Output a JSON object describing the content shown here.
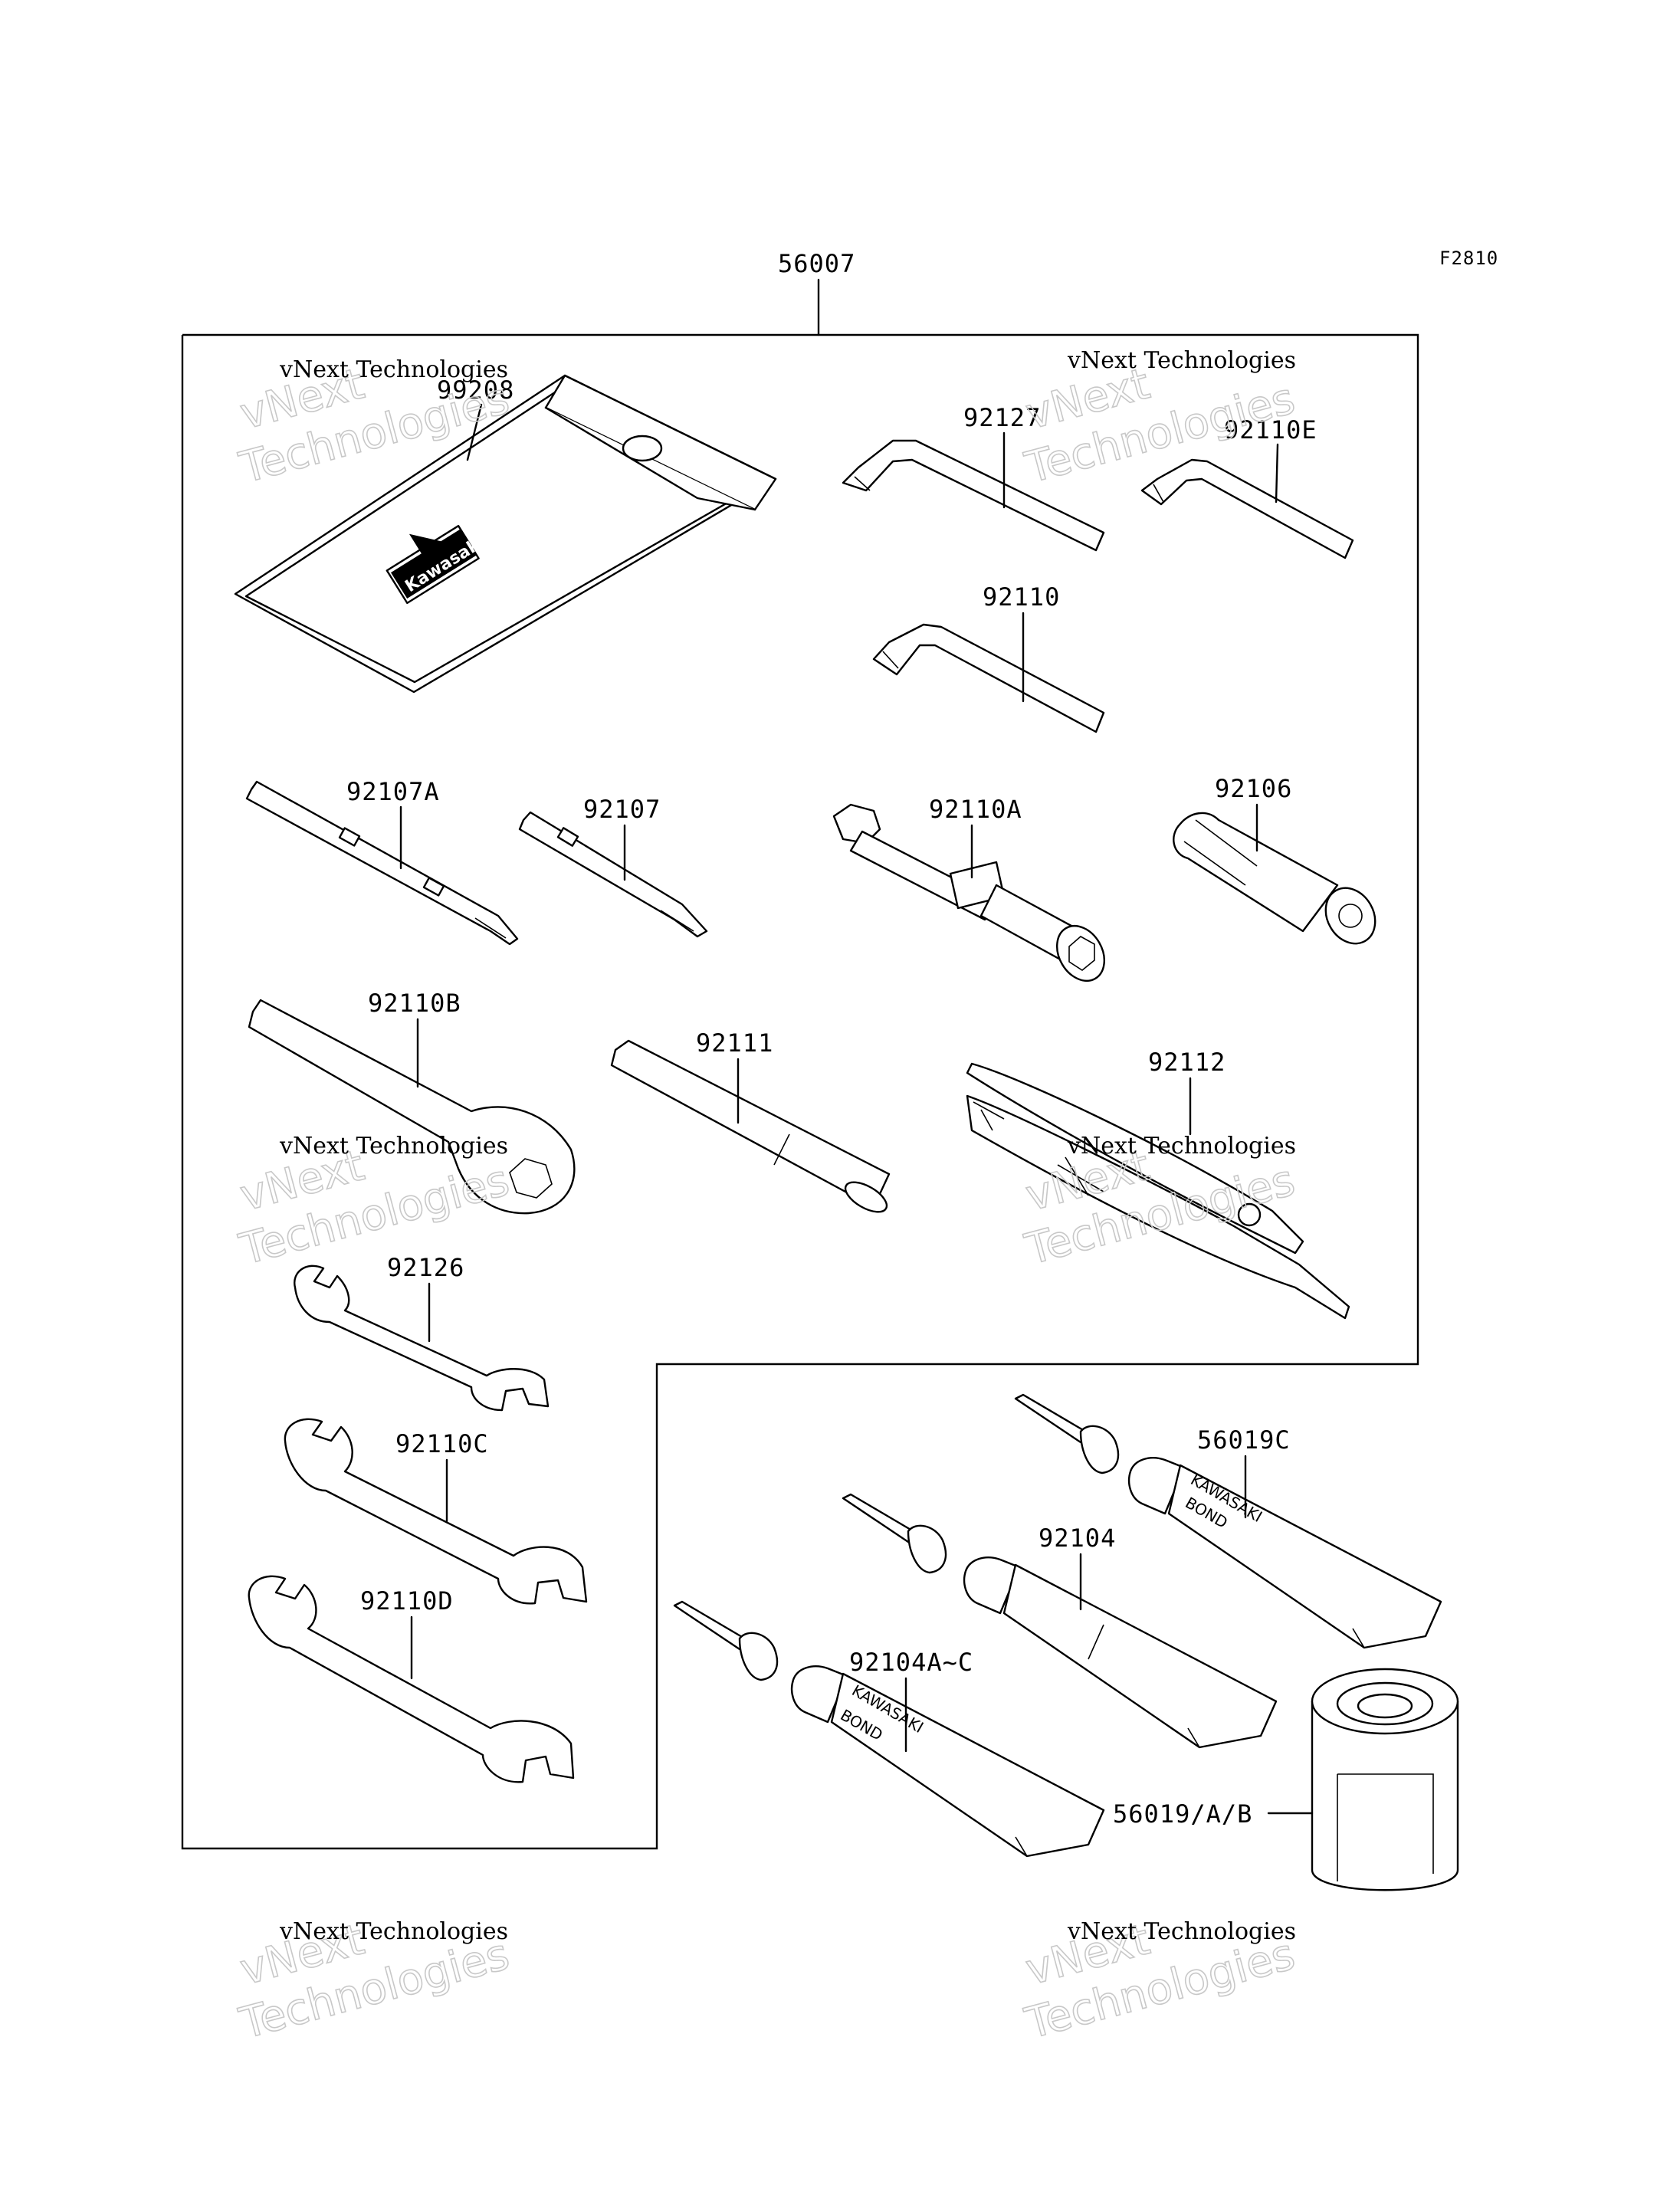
{
  "sheet_code": "F2810",
  "set_part_number": "56007",
  "parts": [
    {
      "number": "99208",
      "name_key": "pouch"
    },
    {
      "number": "92127"
    },
    {
      "number": "92110E"
    },
    {
      "number": "92110"
    },
    {
      "number": "92107A"
    },
    {
      "number": "92107"
    },
    {
      "number": "92110A"
    },
    {
      "number": "92106"
    },
    {
      "number": "92110B"
    },
    {
      "number": "92111"
    },
    {
      "number": "92112"
    },
    {
      "number": "92126"
    },
    {
      "number": "92110C"
    },
    {
      "number": "92110D"
    },
    {
      "number": "56019C"
    },
    {
      "number": "92104"
    },
    {
      "number": "92104A~C"
    },
    {
      "number": "56019/A/B"
    }
  ],
  "pouch_logo": "Kawasaki",
  "tube_brand": "KAWASAKI",
  "tube_product": "BOND",
  "watermark": {
    "line1": "vNext Technologies",
    "line2": "vNext Technologies"
  }
}
